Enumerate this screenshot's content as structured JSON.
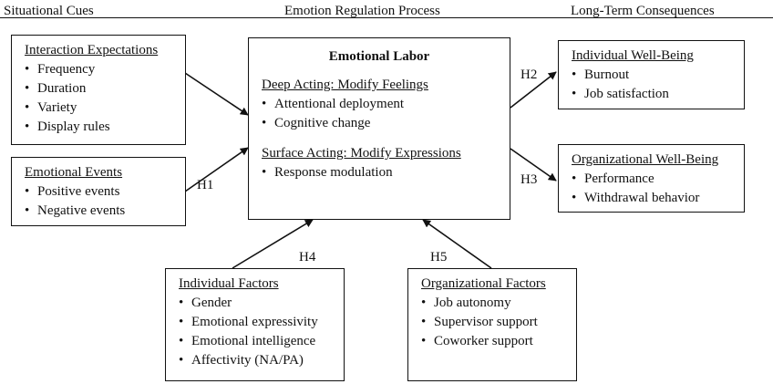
{
  "headers": {
    "left": "Situational Cues",
    "center": "Emotion Regulation Process",
    "right": "Long-Term Consequences"
  },
  "interaction_expectations": {
    "title": "Interaction Expectations",
    "items": [
      "Frequency",
      "Duration",
      "Variety",
      "Display rules"
    ]
  },
  "emotional_events": {
    "title": "Emotional Events",
    "items": [
      "Positive events",
      "Negative events"
    ]
  },
  "emotional_labor": {
    "title": "Emotional Labor",
    "deep_acting": {
      "title": "Deep Acting: Modify Feelings",
      "items": [
        "Attentional deployment",
        "Cognitive change"
      ]
    },
    "surface_acting": {
      "title": "Surface Acting: Modify Expressions",
      "items": [
        "Response modulation"
      ]
    }
  },
  "individual_wellbeing": {
    "title": "Individual Well-Being",
    "items": [
      "Burnout",
      "Job satisfaction"
    ]
  },
  "organizational_wellbeing": {
    "title": "Organizational Well-Being",
    "items": [
      "Performance",
      "Withdrawal behavior"
    ]
  },
  "individual_factors": {
    "title": "Individual Factors",
    "items": [
      "Gender",
      "Emotional expressivity",
      "Emotional intelligence",
      "Affectivity (NA/PA)"
    ]
  },
  "organizational_factors": {
    "title": "Organizational Factors",
    "items": [
      "Job autonomy",
      "Supervisor support",
      "Coworker support"
    ]
  },
  "hypotheses": {
    "h1": "H1",
    "h2": "H2",
    "h3": "H3",
    "h4": "H4",
    "h5": "H5"
  }
}
